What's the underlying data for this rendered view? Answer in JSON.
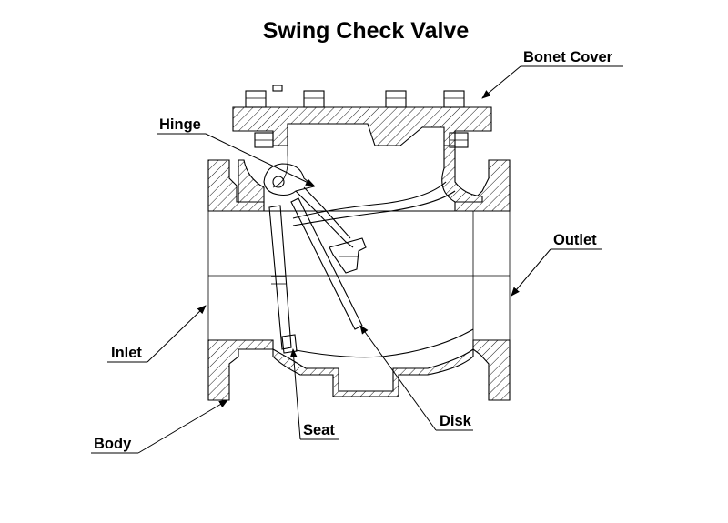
{
  "title": "Swing Check Valve",
  "labels": {
    "bonet_cover": "Bonet Cover",
    "hinge": "Hinge",
    "outlet": "Outlet",
    "inlet": "Inlet",
    "body": "Body",
    "seat": "Seat",
    "disk": "Disk"
  }
}
